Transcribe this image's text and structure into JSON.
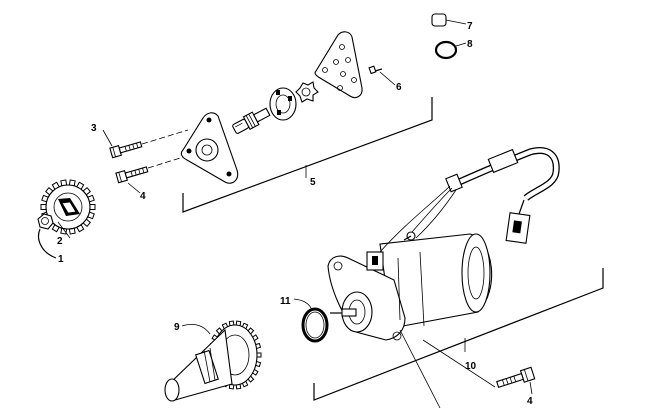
{
  "callouts": [
    {
      "id": "c1",
      "text": "1"
    },
    {
      "id": "c2",
      "text": "2"
    },
    {
      "id": "c3",
      "text": "3"
    },
    {
      "id": "c4a",
      "text": "4"
    },
    {
      "id": "c5",
      "text": "5"
    },
    {
      "id": "c6",
      "text": "6"
    },
    {
      "id": "c7",
      "text": "7"
    },
    {
      "id": "c8",
      "text": "8"
    },
    {
      "id": "c9",
      "text": "9"
    },
    {
      "id": "c10",
      "text": "10"
    },
    {
      "id": "c11",
      "text": "11"
    },
    {
      "id": "c4b",
      "text": "4"
    }
  ]
}
